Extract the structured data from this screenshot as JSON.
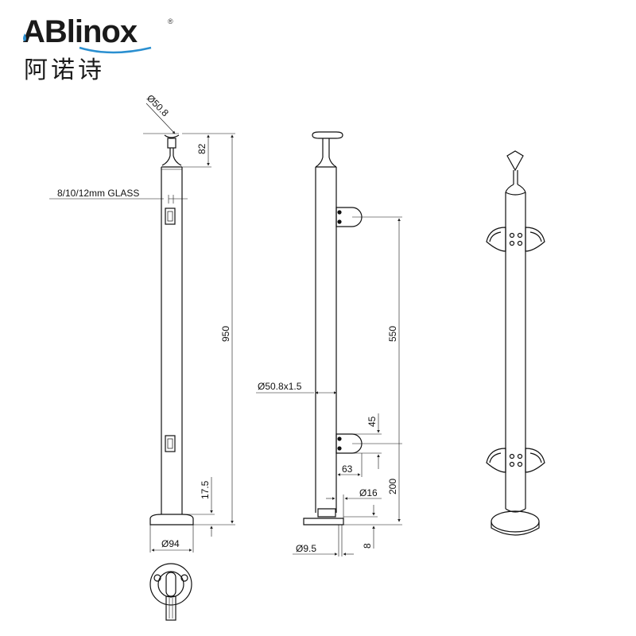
{
  "logo": {
    "brand_latin": "ABlinox",
    "brand_chinese": "阿诺诗",
    "registered_mark": "®",
    "accent_color": "#2a8fd0"
  },
  "views": {
    "side_view": {
      "top_diameter": "Ø50.8",
      "top_height": "82",
      "glass_label": "8/10/12mm GLASS",
      "total_height": "950",
      "bottom_offset": "17.5",
      "base_diameter": "Ø94"
    },
    "front_view": {
      "tube_spec": "Ø50.8x1.5",
      "clamp_spacing": "550",
      "clamp_height": "45",
      "clamp_depth": "63",
      "bottom_clamp_height": "200",
      "pin_diameter": "Ø16",
      "base_thickness": "8",
      "hole_diameter": "Ø9.5"
    },
    "isometric_view": {
      "label": ""
    }
  }
}
